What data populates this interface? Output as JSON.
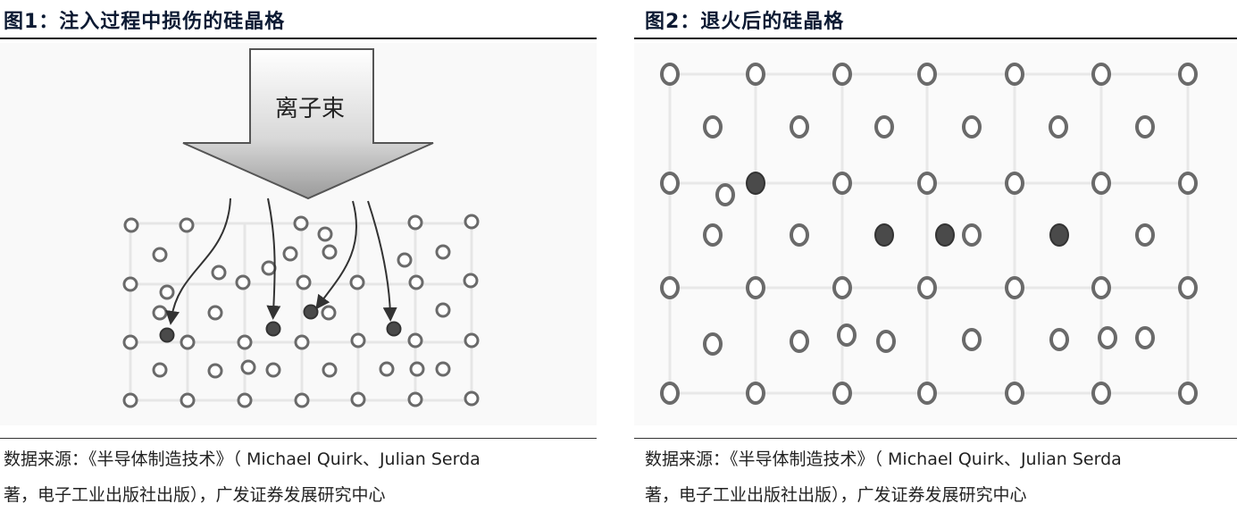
{
  "figure1": {
    "title": "图1：注入过程中损伤的硅晶格",
    "beam_label": "离子束",
    "source_line1": "数据来源：《半导体制造技术》（ Michael Quirk、Julian Serda",
    "source_line2": "著，电子工业出版社出版），广发证券发展研究中心"
  },
  "figure2": {
    "title": "图2：退火后的硅晶格",
    "source_line1": "数据来源：《半导体制造技术》（ Michael Quirk、Julian Serda",
    "source_line2": "著，电子工业出版社出版），广发证券发展研究中心"
  },
  "colors": {
    "atom": "#6a6a6a",
    "dopant": "#4a4a4a",
    "title": "#0c1a33"
  }
}
